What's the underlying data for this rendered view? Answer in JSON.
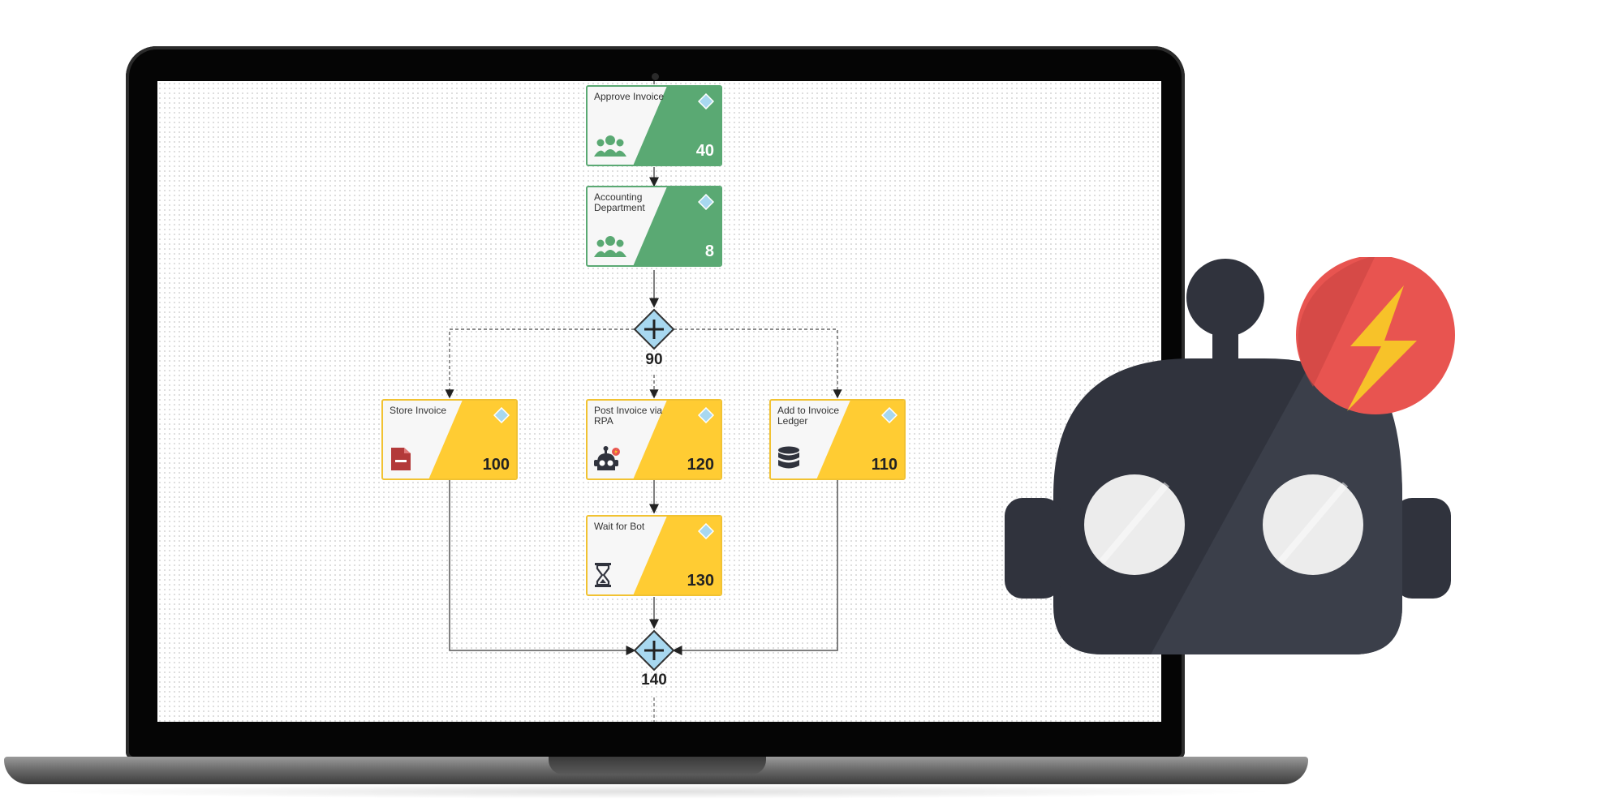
{
  "process": {
    "nodes": [
      {
        "id": "approve-invoice",
        "title": "Approve Invoice",
        "number": "40",
        "color": "green",
        "icon": "people-icon"
      },
      {
        "id": "accounting-department",
        "title": "Accounting Department",
        "number": "8",
        "color": "green",
        "icon": "people-icon"
      },
      {
        "id": "store-invoice",
        "title": "Store Invoice",
        "number": "100",
        "color": "yellow",
        "icon": "file-archive-icon"
      },
      {
        "id": "post-invoice-rpa",
        "title": "Post Invoice via RPA",
        "number": "120",
        "color": "yellow",
        "icon": "robot-icon"
      },
      {
        "id": "add-invoice-ledger",
        "title": "Add to Invoice Ledger",
        "number": "110",
        "color": "yellow",
        "icon": "database-icon"
      },
      {
        "id": "wait-for-bot",
        "title": "Wait for Bot",
        "number": "130",
        "color": "yellow",
        "icon": "hourglass-icon"
      }
    ],
    "gateways": [
      {
        "id": "gateway-split",
        "label": "90",
        "icon": "plus-icon"
      },
      {
        "id": "gateway-join",
        "label": "140",
        "icon": "plus-icon"
      }
    ]
  },
  "colors": {
    "task_green": "#5aa973",
    "task_yellow": "#ffcc33",
    "gateway_fill": "#a8d8f0",
    "robot_body": "#30333d",
    "robot_badge": "#e85450",
    "bolt": "#f7c229"
  },
  "decoration": {
    "illustration": "robot-with-lightning-badge-icon",
    "device": "laptop"
  }
}
